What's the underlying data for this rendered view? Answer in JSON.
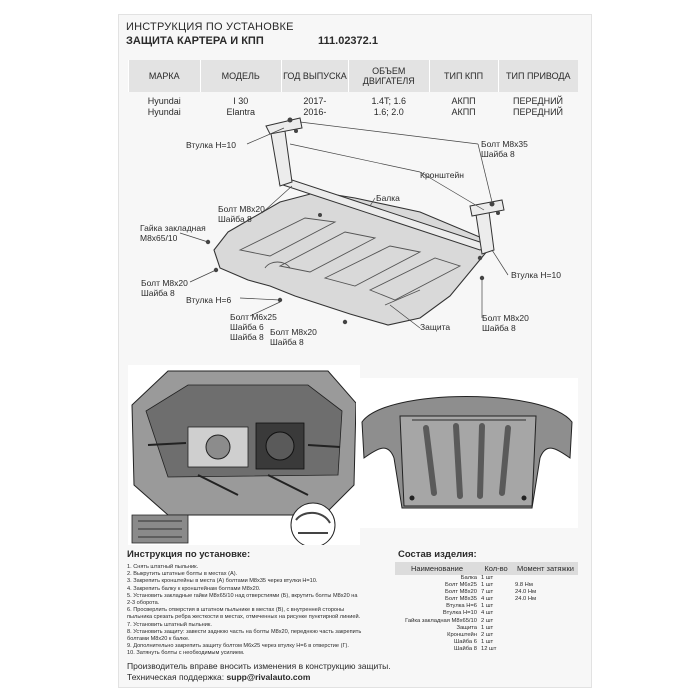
{
  "header": {
    "line1": "ИНСТРУКЦИЯ ПО УСТАНОВКЕ",
    "line2": "ЗАЩИТА КАРТЕРА И КПП",
    "part_number": "111.02372.1"
  },
  "spec_table": {
    "headers": [
      "МАРКА",
      "МОДЕЛЬ",
      "ГОД ВЫПУСКА",
      "ОБЪЕМ ДВИГАТЕЛЯ",
      "ТИП КПП",
      "ТИП ПРИВОДА"
    ],
    "rows": [
      [
        "Hyundai",
        "I 30",
        "2017-",
        "1.4T; 1.6",
        "АКПП",
        "ПЕРЕДНИЙ"
      ],
      [
        "Hyundai",
        "Elantra",
        "2016-",
        "1.6; 2.0",
        "АКПП",
        "ПЕРЕДНИЙ"
      ]
    ]
  },
  "callouts": {
    "vtulka_h10_left": "Втулка H=10",
    "bolt_m8x35": "Болт М8х35",
    "shayba_8_a": "Шайба 8",
    "kronshtein": "Кронштейн",
    "balka": "Балка",
    "bolt_m8x20_a": "Болт М8х20",
    "shayba_8_b": "Шайба 8",
    "gayka_1": "Гайка закладная",
    "gayka_2": "М8х65/10",
    "vtulka_h10_right": "Втулка H=10",
    "bolt_m8x20_b": "Болт М8х20",
    "shayba_8_c": "Шайба 8",
    "vtulka_h6": "Втулка H=6",
    "bolt_m8x20_c": "Болт М8х20",
    "shayba_8_d": "Шайба 8",
    "bolt_m6x25": "Болт М6х25",
    "shayba_6": "Шайба 6",
    "shayba_8_e": "Шайба 8",
    "bolt_m8x20_d": "Болт М8х20",
    "shayba_8_f": "Шайба 8",
    "zashchita": "Защита"
  },
  "instructions": {
    "title": "Инструкция по установке:",
    "steps": [
      "1. Снять штатный пыльник.",
      "2. Выкрутить штатные болты в местах (А).",
      "3. Закрепить кронштейны в места (А) болтами М8х35 через втулки H=10.",
      "4. Закрепить балку к кронштейнам болтами М8х20.",
      "5. Установить закладные гайки М8х65/10 над отверстиями (Б), вкрутить болты М8х20 на",
      "2-3 оборота.",
      "6. Просверлить отверстия в штатном пыльнике в местах (В), с внутренней стороны",
      "пыльника срезать ребра жесткости в местах, отмеченных на рисунке пунктирной линией.",
      "7. Установить штатный пыльник.",
      "8. Установить защиту: завести заднюю часть на болты М8х20, переднюю часть закрепить",
      "болтами М8х20 к балке.",
      "9. Дополнительно закрепить защиту болтом М6х25 через втулку H=6 в отверстие (Г).",
      "10. Затянуть болты с необходимым усилием."
    ]
  },
  "components": {
    "title": "Состав изделия:",
    "headers": [
      "Наименование",
      "Кол-во",
      "Момент затяжки"
    ],
    "rows": [
      [
        "Балка",
        "1 шт",
        ""
      ],
      [
        "Болт М6х25",
        "1 шт",
        "9.8 Нм"
      ],
      [
        "Болт М8х20",
        "7 шт",
        "24.0 Нм"
      ],
      [
        "Болт М8х35",
        "4 шт",
        "24.0 Нм"
      ],
      [
        "Втулка H=6",
        "1 шт",
        ""
      ],
      [
        "Втулка H=10",
        "4 шт",
        ""
      ],
      [
        "Гайка закладная М8х65/10",
        "2 шт",
        ""
      ],
      [
        "Защита",
        "1 шт",
        ""
      ],
      [
        "Кронштейн",
        "2 шт",
        ""
      ],
      [
        "Шайба 6",
        "1 шт",
        ""
      ],
      [
        "Шайба 8",
        "12 шт",
        ""
      ]
    ]
  },
  "footer": {
    "notice": "Производитель вправе вносить изменения в конструкцию защиты.",
    "support_label": "Техническая поддержка:",
    "support_email": "supp@rivalauto.com"
  }
}
